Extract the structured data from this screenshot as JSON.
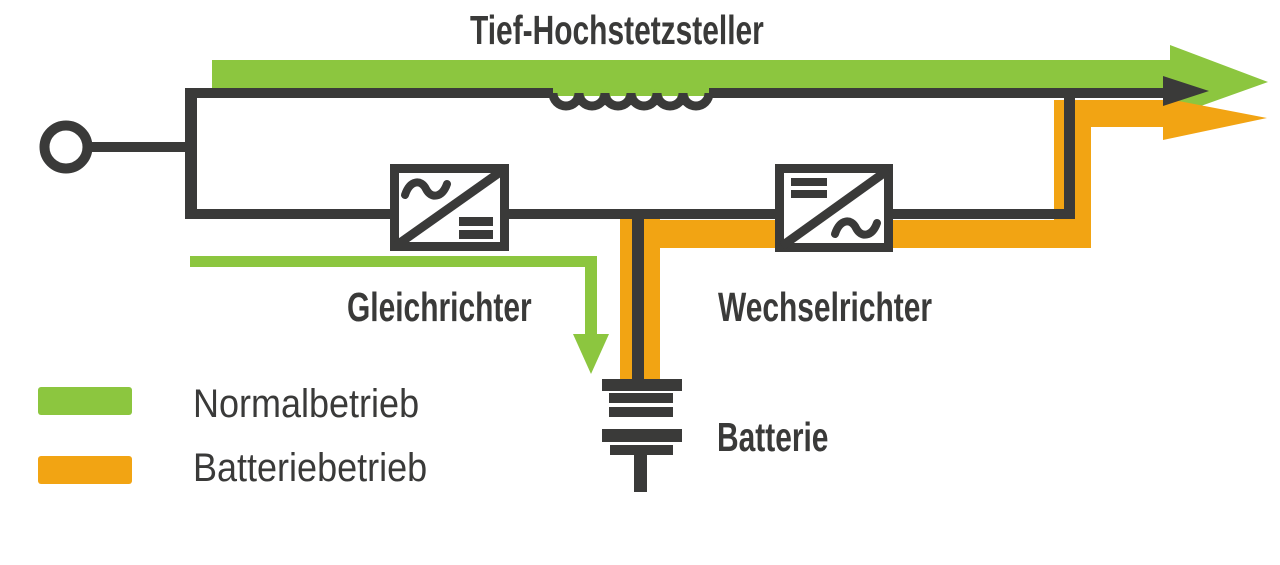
{
  "title": "Tief-Hochstetzsteller",
  "component_labels": {
    "rectifier": "Gleichrichter",
    "inverter": "Wechselrichter",
    "battery": "Batterie"
  },
  "legend": [
    {
      "label": "Normalbetrieb",
      "color": "#8CC63F"
    },
    {
      "label": "Batteriebetrieb",
      "color": "#F2A413"
    }
  ],
  "colors": {
    "green": "#8CC63F",
    "orange": "#F2A413",
    "dark": "#3A3A39",
    "background": "#FFFFFF"
  }
}
